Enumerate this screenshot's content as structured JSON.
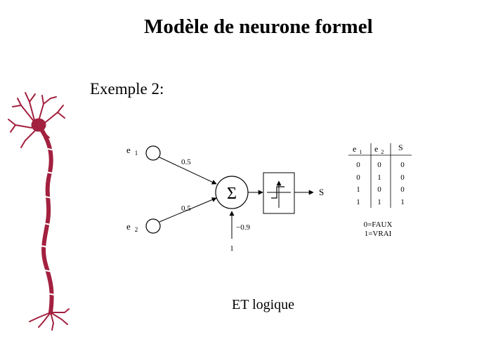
{
  "slide": {
    "title": "Modèle de neurone formel",
    "example_label": "Exemple 2:",
    "caption": "ET logique"
  },
  "neuron_diagram": {
    "input_1": {
      "letter": "e",
      "index": "1"
    },
    "input_2": {
      "letter": "e",
      "index": "2"
    },
    "weight_1": "0.5",
    "weight_2": "0.5",
    "bias_weight": "−0.9",
    "bias_input": "1",
    "sum_symbol": "Σ",
    "output_label": "S"
  },
  "truth_table": {
    "headers": [
      {
        "letter": "e",
        "index": "1"
      },
      {
        "letter": "e",
        "index": "2"
      },
      {
        "letter": "S",
        "index": ""
      }
    ],
    "rows": [
      [
        "0",
        "0",
        "0"
      ],
      [
        "0",
        "1",
        "0"
      ],
      [
        "1",
        "0",
        "0"
      ],
      [
        "1",
        "1",
        "1"
      ]
    ]
  },
  "legend": {
    "false_label": "0=FAUX",
    "true_label": "1=VRAI"
  },
  "colors": {
    "neuron_illustration": "#a3203f",
    "text": "#000000"
  }
}
